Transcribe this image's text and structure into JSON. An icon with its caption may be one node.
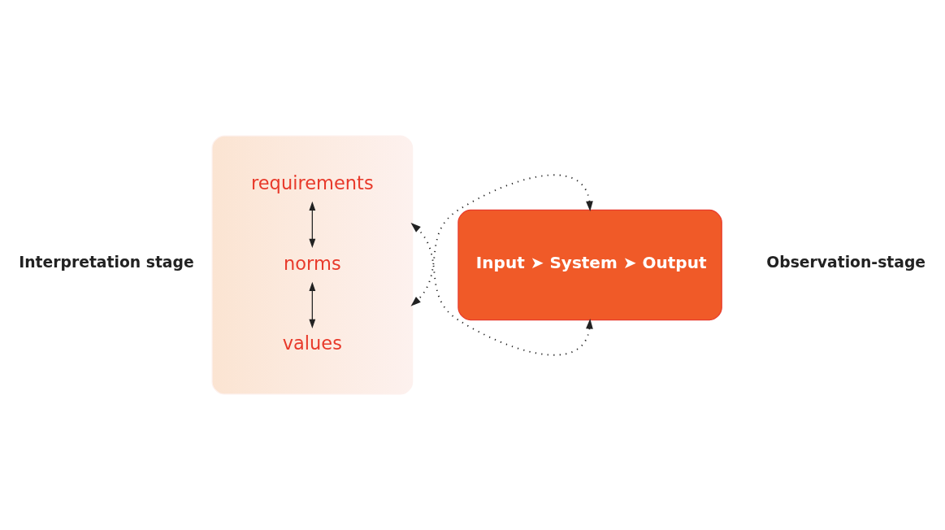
{
  "diagram": {
    "nodes": [
      {
        "text": [],
        "shape": "box",
        "beside": [
          "Interpretation stage"
        ]
      },
      {
        "text": [
          "values"
        ],
        "in": 0
      },
      {
        "text": [
          "norms"
        ],
        "in": 0
      },
      {
        "text": [
          "requirements"
        ],
        "in": 0
      },
      {
        "text": [
          "Input ➤ System ➤ Output"
        ],
        "beside": [
          "Observation-stage"
        ]
      }
    ],
    "edges": [
      {
        "from": 1,
        "to": 2,
        "arrow": "both"
      },
      {
        "from": 2,
        "to": 3,
        "arrow": "both"
      },
      {
        "from": 4,
        "to": 0,
        "arrow": "both",
        "style": "dashed"
      },
      {
        "from": 4,
        "to": 0,
        "arrow": "both",
        "style": "dashed"
      }
    ]
  }
}
